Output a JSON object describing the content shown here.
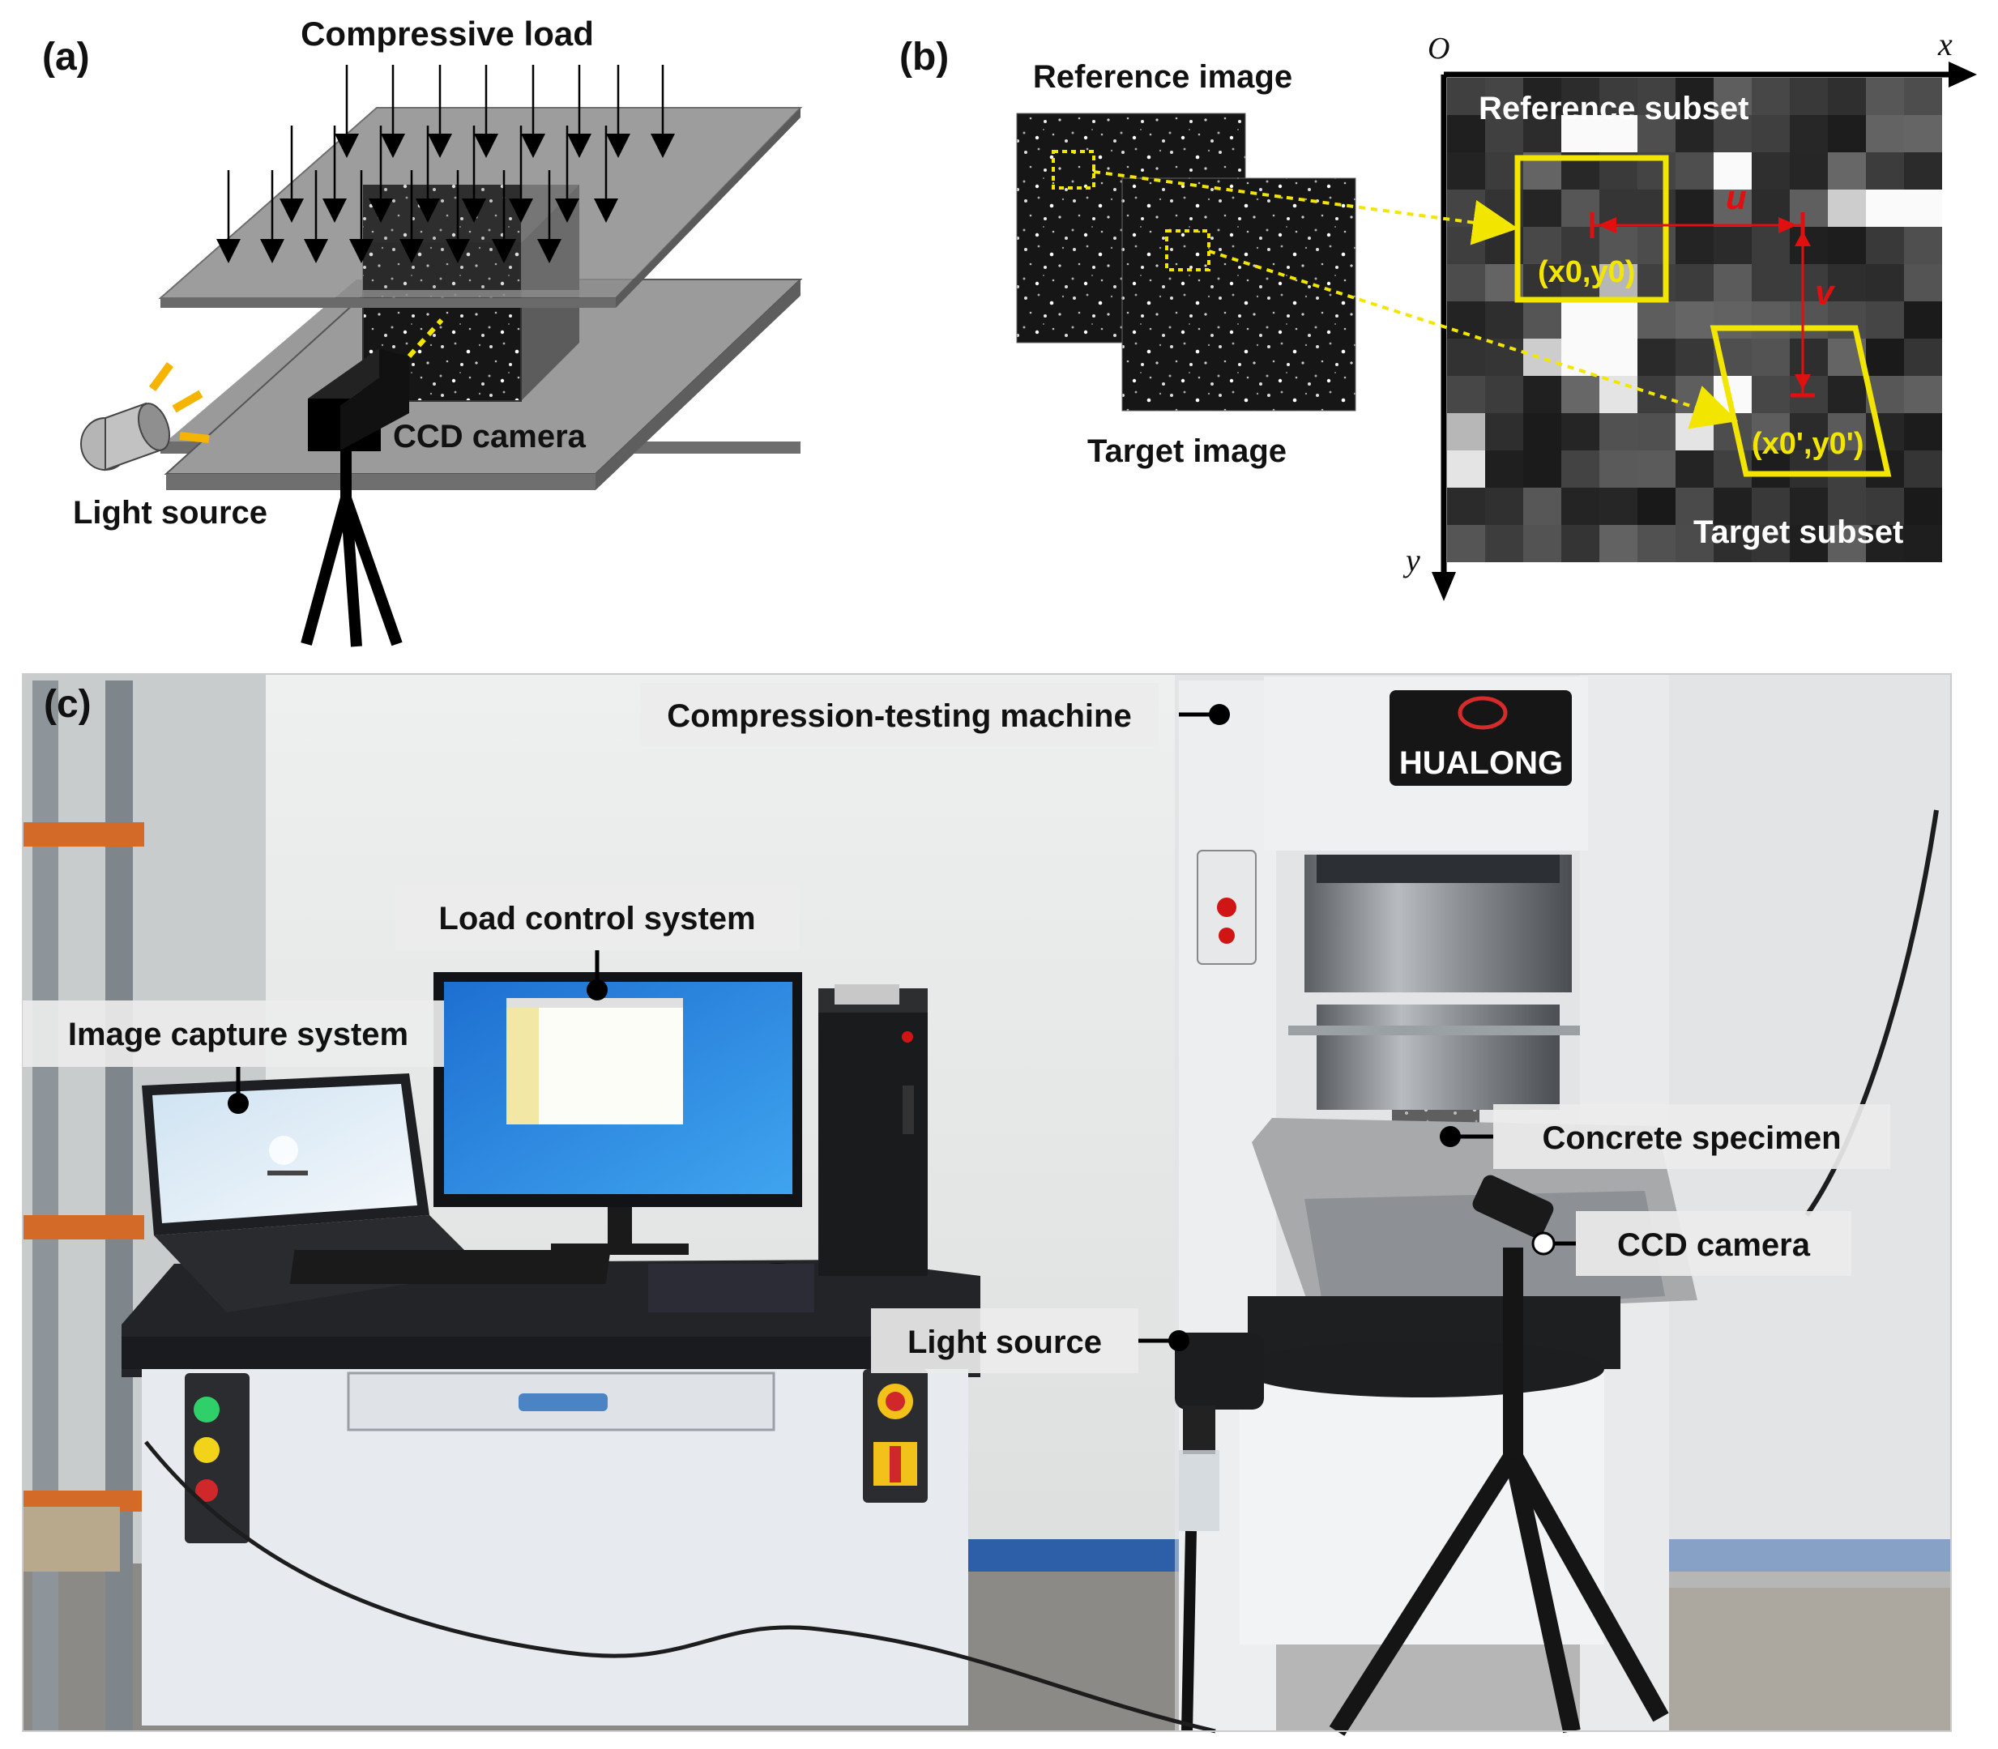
{
  "panel_a": {
    "tag": "(a)",
    "load_label": "Compressive load",
    "camera_label": "CCD camera",
    "light_label": "Light source"
  },
  "panel_b": {
    "tag": "(b)",
    "reference_image_label": "Reference image",
    "target_image_label": "Target image",
    "axis_origin": "O",
    "axis_x": "x",
    "axis_y": "y",
    "reference_subset_label": "Reference subset",
    "target_subset_label": "Target subset",
    "displacement_u": "u",
    "displacement_v": "v",
    "ref_point": "(x0,y0)",
    "target_point": "(x0',y0')"
  },
  "panel_c": {
    "tag": "(c)",
    "brand": "HUALONG",
    "callouts": {
      "machine": "Compression-testing machine",
      "load_control": "Load control system",
      "image_capture": "Image capture system",
      "specimen": "Concrete specimen",
      "camera": "CCD camera",
      "light": "Light source"
    }
  },
  "colors": {
    "highlight_yellow": "#f2e600",
    "displacement_red": "#e01010",
    "plate_gray": "#8c8c8c",
    "callout_bg": "#ececec"
  }
}
